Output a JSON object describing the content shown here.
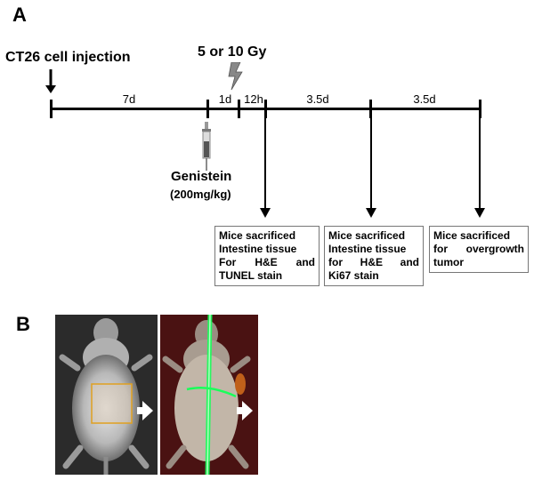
{
  "panel_a": {
    "label": "A",
    "cell_injection": "CT26 cell injection",
    "radiation": "5 or 10 Gy",
    "genistein": "Genistein",
    "genistein_dose": "(200mg/kg)",
    "intervals": [
      "7d",
      "1d",
      "12h",
      "3.5d",
      "3.5d"
    ],
    "boxes": [
      {
        "lines": [
          [
            "Mice sacrificed"
          ],
          [
            "Intestine tissue"
          ],
          [
            "For",
            "H&E",
            "and"
          ],
          [
            "TUNEL stain"
          ]
        ]
      },
      {
        "lines": [
          [
            "Mice sacrificed"
          ],
          [
            "Intestine tissue"
          ],
          [
            "for",
            "H&E",
            "and"
          ],
          [
            "Ki67 stain"
          ]
        ]
      },
      {
        "lines": [
          [
            "Mice sacrificed"
          ],
          [
            "for",
            "overgrowth"
          ],
          [
            "tumor"
          ]
        ]
      }
    ]
  },
  "panel_b": {
    "label": "B"
  }
}
